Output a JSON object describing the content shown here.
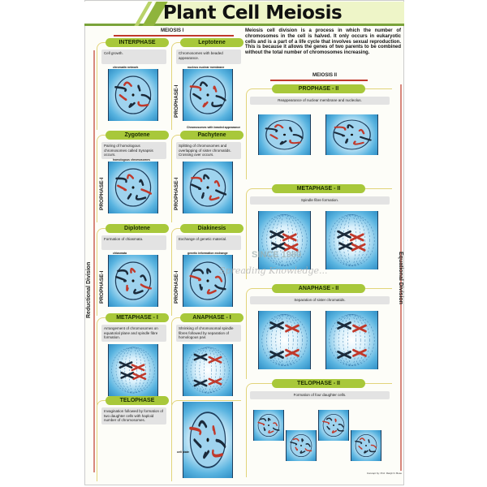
{
  "title": "Plant Cell Meiosis",
  "intro": "Meiosis cell division is a process in which the number of chromosomes in the cell is halved. It only occurs in eukaryotic cells and is a part of a life cycle that involves sexual reproduction. This is because it allows the genes of two parents to be combined without the total number of chromosomes increasing.",
  "meiosis1": "MEIOSIS I",
  "meiosis2": "MEIOSIS II",
  "reductional": "Reductional Division",
  "equational": "Equational Division",
  "prophase1": "PROPHASE-I",
  "stages1": [
    {
      "name": "INTERPHASE",
      "desc": "Cell growth.",
      "label": "chromatin network"
    },
    {
      "name": "Leptotene",
      "desc": "Chromosomes with beaded appearance.",
      "label": "nucleus  nuclear membrane"
    },
    {
      "name": "Zygotene",
      "desc": "Pairing of homologous chromosomes called Synapsis occurs.",
      "label": "homologous chromosomes"
    },
    {
      "name": "Pachytene",
      "desc": "Splitting of chromosomes and overlapping of sister chromatids. Crossing over occurs.",
      "label": ""
    },
    {
      "name": "Diplotene",
      "desc": "Formation of chiasmata.",
      "label": "chiasmata"
    },
    {
      "name": "Diakinesis",
      "desc": "Exchange of genetic material.",
      "label": "genetic information exchange"
    },
    {
      "name": "METAPHASE - I",
      "desc": "Arrangement of chromosomes on equatorial plane and spindle fibre formation.",
      "label": ""
    },
    {
      "name": "ANAPHASE - I",
      "desc": "Shrinking of chromosomal spindle fibres followed by separation of homologous pair.",
      "label": ""
    },
    {
      "name": "TELOPHASE",
      "desc": "Invagination followed by formation of two daughter cells with haploid number of chromosomes.",
      "label": "cell plate"
    }
  ],
  "stages2": [
    {
      "name": "PROPHASE - II",
      "desc": "Reappearance of nuclear membrane and nucleolus."
    },
    {
      "name": "METAPHASE - II",
      "desc": "Spindle fibre formation."
    },
    {
      "name": "ANAPHASE - II",
      "desc": "Separation of sister chromatids."
    },
    {
      "name": "TELOPHASE - II",
      "desc": "Formation of four daughter cells."
    }
  ],
  "leptotene_bottom_label": "Chromosomes with beaded appearance",
  "watermark": {
    "text": "Jla",
    "since": "SINCE 1980",
    "tagline": "Spreading Knowledge..."
  },
  "credit": "Concept by: Prof. Ranjit N. Bose",
  "colors": {
    "header": "#a8c83a",
    "frame": "#e2d47a",
    "connector": "#c0392b",
    "cell": "#5ab4e0"
  }
}
